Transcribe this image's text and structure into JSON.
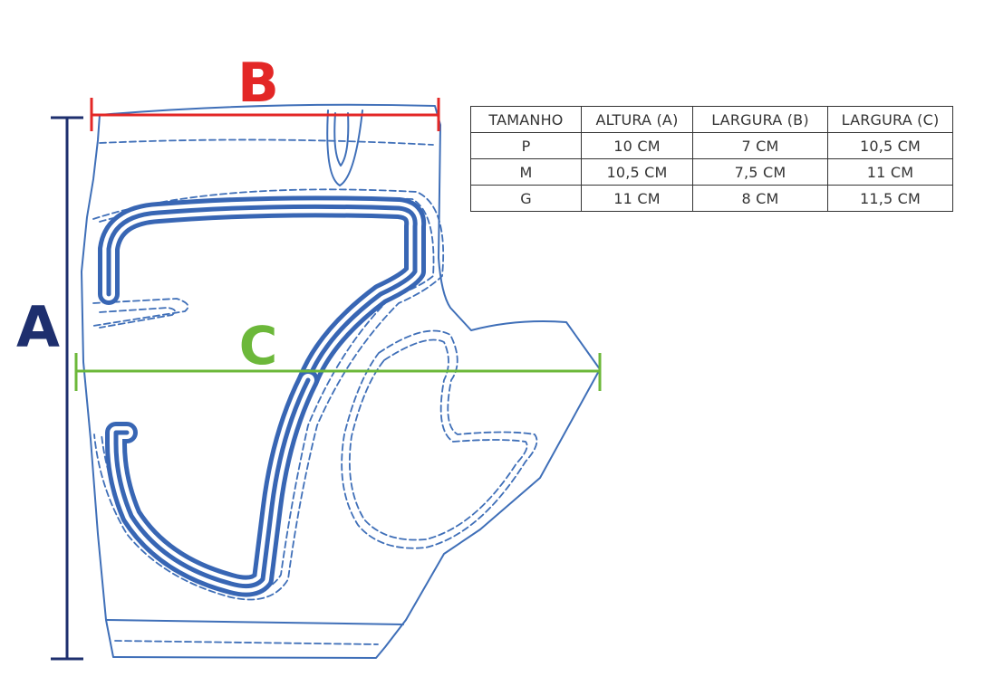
{
  "labels": {
    "a": "A",
    "b": "B",
    "c": "C"
  },
  "colors": {
    "outline": "#3f6fb8",
    "pad": "#3866b4",
    "dim_a": "#1e2f6e",
    "dim_b": "#e32726",
    "dim_c": "#6cb83a",
    "table_border": "#333333"
  },
  "table": {
    "headers": [
      "TAMANHO",
      "ALTURA (A)",
      "LARGURA (B)",
      "LARGURA (C)"
    ],
    "rows": [
      [
        "P",
        "10 CM",
        "7 CM",
        "10,5 CM"
      ],
      [
        "M",
        "10,5 CM",
        "7,5 CM",
        "11 CM"
      ],
      [
        "G",
        "11 CM",
        "8 CM",
        "11,5 CM"
      ]
    ]
  }
}
